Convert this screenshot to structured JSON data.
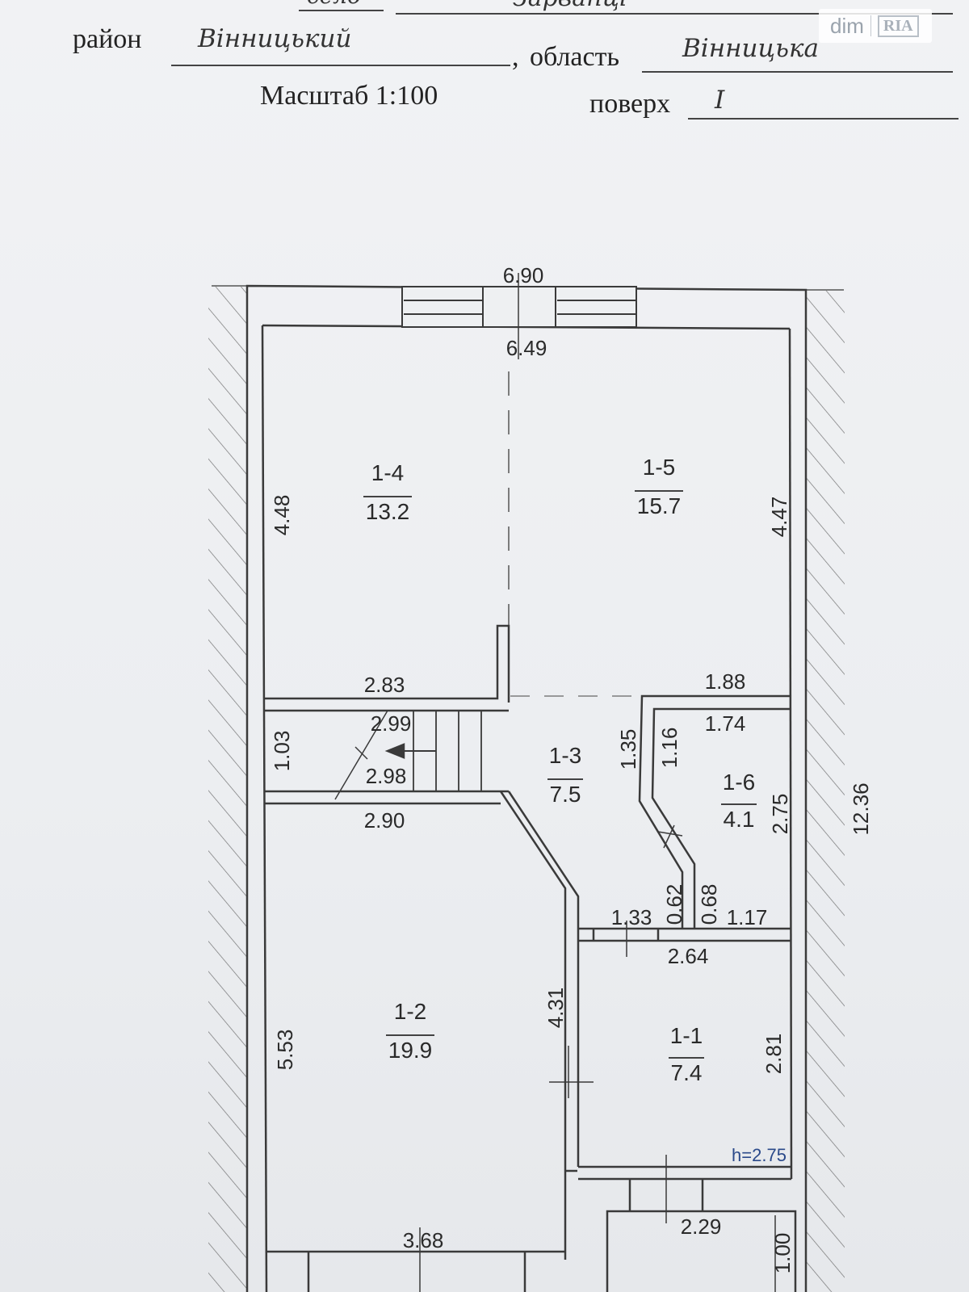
{
  "header": {
    "top_line_partial": "Зарванці",
    "top_line_left_partial": "село",
    "district_label": "район",
    "district_value": "Вінницький",
    "comma": ",",
    "region_label": "область",
    "region_value": "Вінницька",
    "scale_label": "Масштаб 1:100",
    "floor_label": "поверх",
    "floor_value": "I"
  },
  "watermark": {
    "dim": "dim",
    "ria": "RIA"
  },
  "colors": {
    "wall": "#3a3a3a",
    "paper": "#eef0f2"
  },
  "rooms": [
    {
      "id": "1-4",
      "area": "13.2"
    },
    {
      "id": "1-5",
      "area": "15.7"
    },
    {
      "id": "1-3",
      "area": "7.5"
    },
    {
      "id": "1-6",
      "area": "4.1"
    },
    {
      "id": "1-2",
      "area": "19.9"
    },
    {
      "id": "1-1",
      "area": "7.4"
    }
  ],
  "dimensions": {
    "top_outer": "6.90",
    "top_inner": "6.49",
    "left_room14": "4.48",
    "right_room15": "4.47",
    "stair_top": "2.83",
    "stair_inner_top": "2.99",
    "stair_inner_bottom": "2.98",
    "stair_left": "1.03",
    "room12_top": "2.90",
    "room16_top_outer": "1.88",
    "room16_top_inner": "1.74",
    "room16_left_a": "1.35",
    "room16_left_b": "1.16",
    "room16_right": "2.75",
    "overall_right": "12.36",
    "diag_a": "0.62",
    "diag_b": "0.68",
    "corridor_a": "1.33",
    "corridor_b": "1.17",
    "room11_top": "2.64",
    "room12_right": "4.31",
    "room12_left": "5.53",
    "room11_right": "2.81",
    "height_note": "h=2.75",
    "porch_width": "2.29",
    "bottom_left": "3.68",
    "porch_depth": "1.00"
  }
}
